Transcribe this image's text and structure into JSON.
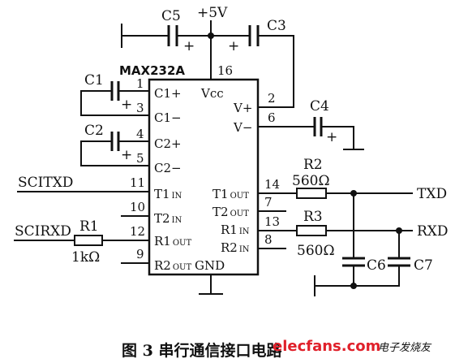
{
  "supply": "+5V",
  "chip": {
    "name": "MAX232A",
    "vcc_pin": "16",
    "vcc": "Vcc",
    "gnd": "GND"
  },
  "left_pins": [
    {
      "num": "1",
      "label": "C1+"
    },
    {
      "num": "3",
      "label": "C1−"
    },
    {
      "num": "4",
      "label": "C2+"
    },
    {
      "num": "5",
      "label": "C2−"
    },
    {
      "num": "11",
      "label": "T1",
      "sub": "IN"
    },
    {
      "num": "10",
      "label": "T2",
      "sub": "IN"
    },
    {
      "num": "12",
      "label": "R1",
      "sub": "OUT"
    },
    {
      "num": "9",
      "label": "R2",
      "sub": "OUT"
    }
  ],
  "right_pins": [
    {
      "num": "2",
      "label": "V+"
    },
    {
      "num": "6",
      "label": "V−"
    },
    {
      "num": "14",
      "label": "T1",
      "sub": "OUT"
    },
    {
      "num": "7",
      "label": "T2",
      "sub": "OUT"
    },
    {
      "num": "13",
      "label": "R1",
      "sub": "IN"
    },
    {
      "num": "8",
      "label": "R2",
      "sub": "IN"
    }
  ],
  "capacitors": {
    "c1": "C1",
    "c2": "C2",
    "c3": "C3",
    "c4": "C4",
    "c5": "C5",
    "c6": "C6",
    "c7": "C7",
    "plus": "+"
  },
  "resistors": {
    "r1": {
      "name": "R1",
      "value": "1kΩ"
    },
    "r2": {
      "name": "R2",
      "value": "560Ω"
    },
    "r3": {
      "name": "R3",
      "value": "560Ω"
    }
  },
  "signals": {
    "scitxd": "SCITXD",
    "scirxd": "SCIRXD",
    "txd": "TXD",
    "rxd": "RXD"
  },
  "caption": "图 3  串行通信接口电路",
  "watermark": {
    "site": "elecfans.com",
    "tag": "电子发烧友"
  }
}
